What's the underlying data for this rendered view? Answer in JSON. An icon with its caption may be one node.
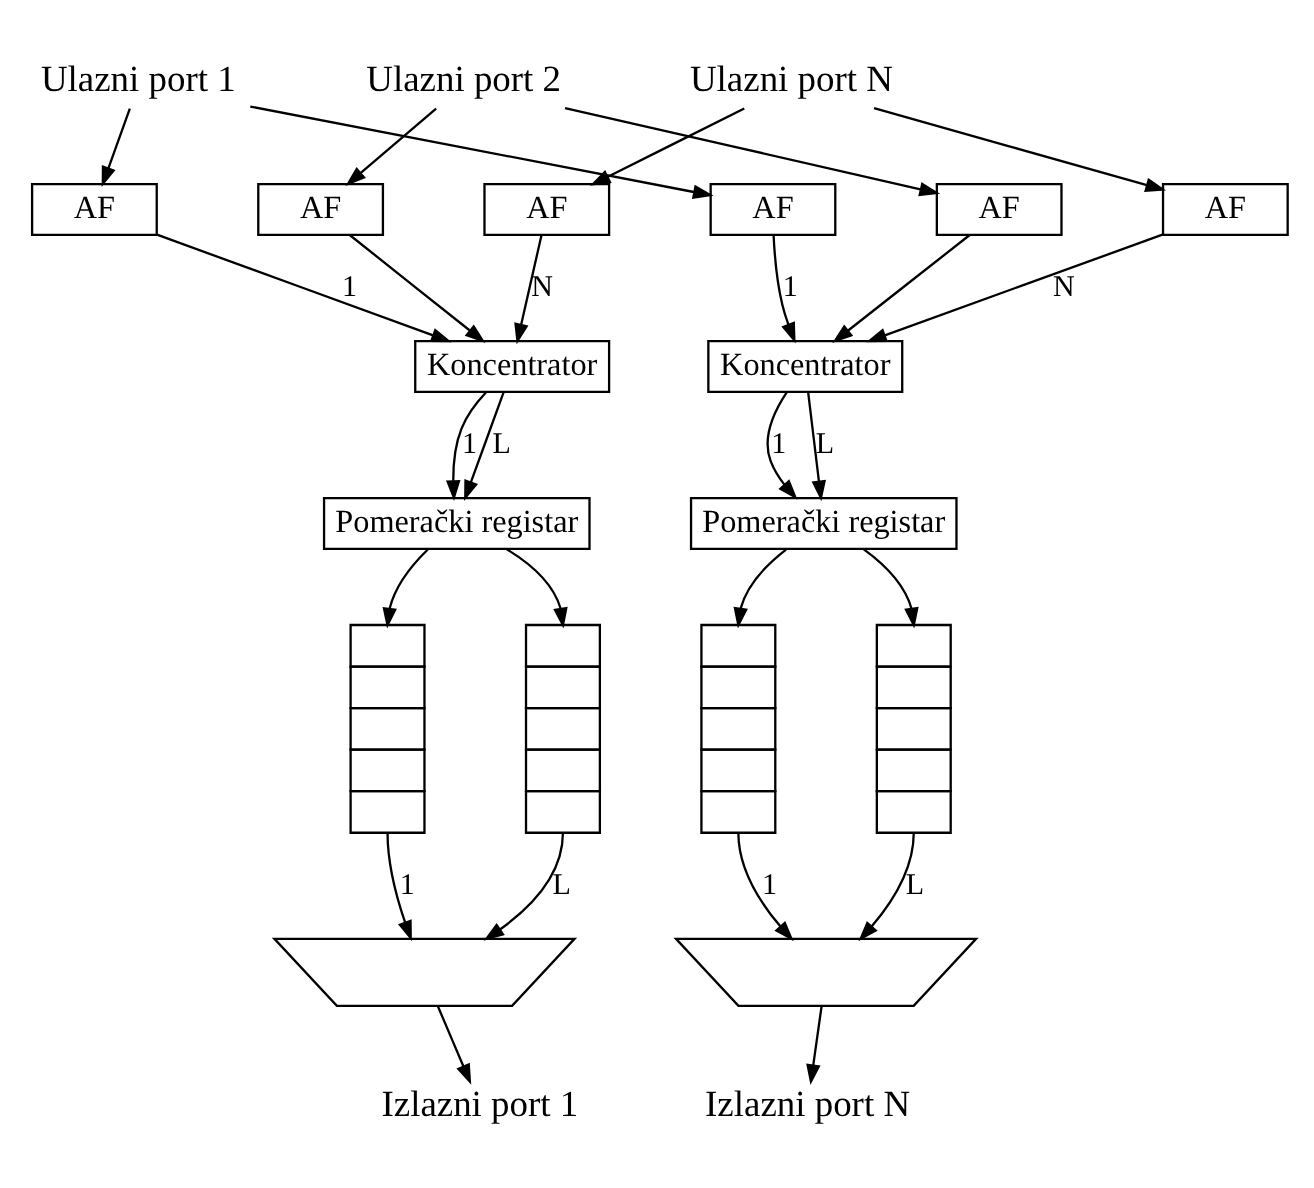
{
  "diagram": {
    "nodes": [
      {
        "text": [
          "Ulazni port 1"
        ]
      },
      {
        "text": [
          "Ulazni port 2"
        ]
      },
      {
        "text": [
          "Ulazni port N"
        ]
      },
      {
        "text": [
          "AF"
        ]
      },
      {
        "text": [
          "AF"
        ]
      },
      {
        "text": [
          "AF"
        ]
      },
      {
        "text": [
          "Koncentrator"
        ]
      },
      {
        "text": [
          "Pomerački registar"
        ]
      },
      {
        "text": [],
        "shape": "queue"
      },
      {
        "text": [],
        "shape": "queue"
      },
      {
        "text": [],
        "shape": "trapezoid"
      },
      {
        "text": [
          "Izlazni port 1"
        ]
      },
      {
        "text": [
          "AF"
        ]
      },
      {
        "text": [
          "AF"
        ]
      },
      {
        "text": [
          "AF"
        ]
      },
      {
        "text": [
          "Koncentrator"
        ]
      },
      {
        "text": [
          "Pomerački registar"
        ]
      },
      {
        "text": [],
        "shape": "queue"
      },
      {
        "text": [],
        "shape": "queue"
      },
      {
        "text": [],
        "shape": "trapezoid"
      },
      {
        "text": [
          "Izlazni port N"
        ]
      }
    ],
    "edges": [
      {
        "from": 0,
        "to": 3,
        "arrow": "to"
      },
      {
        "from": 0,
        "to": 12,
        "arrow": "to"
      },
      {
        "from": 1,
        "to": 4,
        "arrow": "to"
      },
      {
        "from": 1,
        "to": 13,
        "arrow": "to"
      },
      {
        "from": 2,
        "to": 5,
        "arrow": "to"
      },
      {
        "from": 2,
        "to": 14,
        "arrow": "to"
      },
      {
        "from": 3,
        "to": 6,
        "arrow": "to",
        "label": "1"
      },
      {
        "from": 4,
        "to": 6,
        "arrow": "to"
      },
      {
        "from": 5,
        "to": 6,
        "arrow": "to",
        "label": "N"
      },
      {
        "from": 6,
        "to": 7,
        "arrow": "to",
        "label": "1"
      },
      {
        "from": 6,
        "to": 7,
        "arrow": "to",
        "label": "L"
      },
      {
        "from": 7,
        "to": 8,
        "arrow": "to"
      },
      {
        "from": 7,
        "to": 9,
        "arrow": "to"
      },
      {
        "from": 8,
        "to": 10,
        "arrow": "to",
        "label": "1"
      },
      {
        "from": 9,
        "to": 10,
        "arrow": "to",
        "label": "L"
      },
      {
        "from": 10,
        "to": 11,
        "arrow": "to"
      },
      {
        "from": 12,
        "to": 15,
        "arrow": "to",
        "label": "1"
      },
      {
        "from": 13,
        "to": 15,
        "arrow": "to"
      },
      {
        "from": 14,
        "to": 15,
        "arrow": "to",
        "label": "N"
      },
      {
        "from": 15,
        "to": 16,
        "arrow": "to",
        "label": "1"
      },
      {
        "from": 15,
        "to": 16,
        "arrow": "to",
        "label": "L"
      },
      {
        "from": 16,
        "to": 17,
        "arrow": "to"
      },
      {
        "from": 16,
        "to": 18,
        "arrow": "to"
      },
      {
        "from": 17,
        "to": 19,
        "arrow": "to",
        "label": "1"
      },
      {
        "from": 18,
        "to": 19,
        "arrow": "to",
        "label": "L"
      },
      {
        "from": 19,
        "to": 20,
        "arrow": "to"
      }
    ]
  }
}
